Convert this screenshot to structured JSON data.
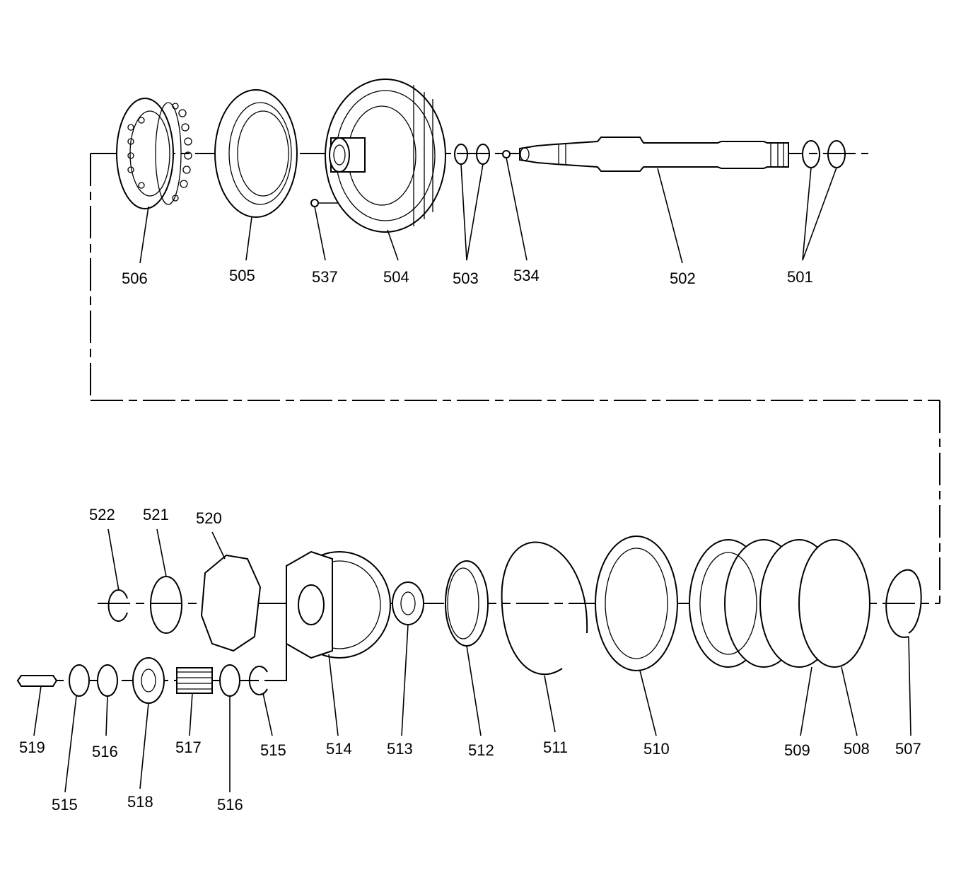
{
  "diagram": {
    "callouts": [
      {
        "id": "506",
        "label": "506"
      },
      {
        "id": "505",
        "label": "505"
      },
      {
        "id": "537",
        "label": "537"
      },
      {
        "id": "504",
        "label": "504"
      },
      {
        "id": "503",
        "label": "503"
      },
      {
        "id": "534",
        "label": "534"
      },
      {
        "id": "502",
        "label": "502"
      },
      {
        "id": "501",
        "label": "501"
      },
      {
        "id": "522",
        "label": "522"
      },
      {
        "id": "521",
        "label": "521"
      },
      {
        "id": "520",
        "label": "520"
      },
      {
        "id": "519",
        "label": "519"
      },
      {
        "id": "515a",
        "label": "515"
      },
      {
        "id": "516a",
        "label": "516"
      },
      {
        "id": "518",
        "label": "518"
      },
      {
        "id": "517",
        "label": "517"
      },
      {
        "id": "516b",
        "label": "516"
      },
      {
        "id": "515b",
        "label": "515"
      },
      {
        "id": "514",
        "label": "514"
      },
      {
        "id": "513",
        "label": "513"
      },
      {
        "id": "512",
        "label": "512"
      },
      {
        "id": "511",
        "label": "511"
      },
      {
        "id": "510",
        "label": "510"
      },
      {
        "id": "509",
        "label": "509"
      },
      {
        "id": "508",
        "label": "508"
      },
      {
        "id": "507",
        "label": "507"
      }
    ]
  }
}
